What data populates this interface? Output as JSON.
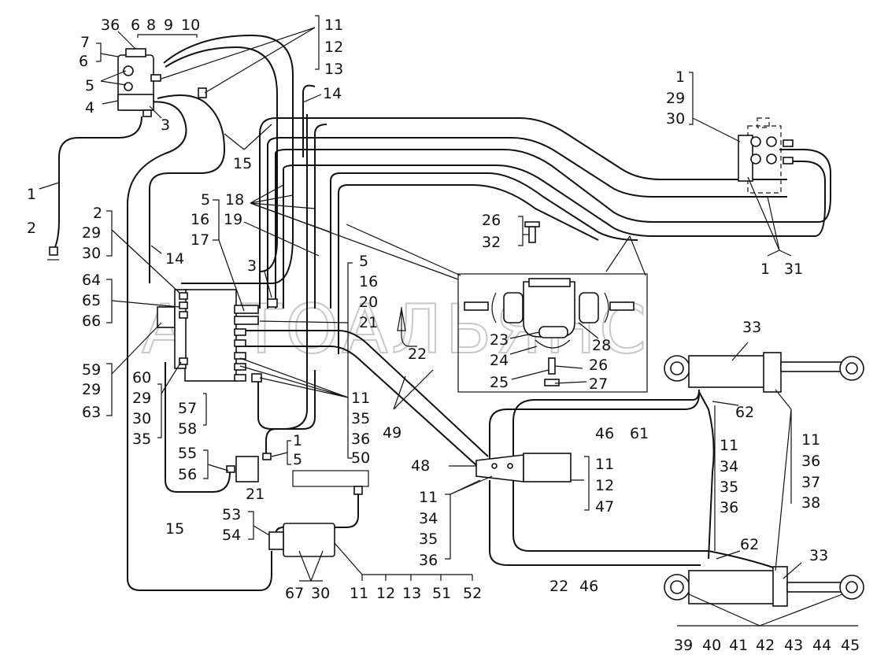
{
  "watermark": "АВТОАЛЬЯНС",
  "labels": [
    {
      "id": "l-36-top",
      "text": "36"
    },
    {
      "id": "l-6-top",
      "text": "6"
    },
    {
      "id": "l-8",
      "text": "8"
    },
    {
      "id": "l-9",
      "text": "9"
    },
    {
      "id": "l-10",
      "text": "10"
    },
    {
      "id": "l-7",
      "text": "7"
    },
    {
      "id": "l-6",
      "text": "6"
    },
    {
      "id": "l-5a",
      "text": "5"
    },
    {
      "id": "l-4",
      "text": "4"
    },
    {
      "id": "l-3a",
      "text": "3"
    },
    {
      "id": "l-11a",
      "text": "11"
    },
    {
      "id": "l-12a",
      "text": "12"
    },
    {
      "id": "l-13a",
      "text": "13"
    },
    {
      "id": "l-14a",
      "text": "14"
    },
    {
      "id": "l-15a",
      "text": "15"
    },
    {
      "id": "l-1a",
      "text": "1"
    },
    {
      "id": "l-2a",
      "text": "2"
    },
    {
      "id": "l-2b",
      "text": "2"
    },
    {
      "id": "l-29a",
      "text": "29"
    },
    {
      "id": "l-30a",
      "text": "30"
    },
    {
      "id": "l-14b",
      "text": "14"
    },
    {
      "id": "l-5b",
      "text": "5"
    },
    {
      "id": "l-16a",
      "text": "16"
    },
    {
      "id": "l-17",
      "text": "17"
    },
    {
      "id": "l-18",
      "text": "18"
    },
    {
      "id": "l-19",
      "text": "19"
    },
    {
      "id": "l-3b",
      "text": "3"
    },
    {
      "id": "l-64",
      "text": "64"
    },
    {
      "id": "l-65",
      "text": "65"
    },
    {
      "id": "l-66",
      "text": "66"
    },
    {
      "id": "l-59",
      "text": "59"
    },
    {
      "id": "l-29b",
      "text": "29"
    },
    {
      "id": "l-63",
      "text": "63"
    },
    {
      "id": "l-60",
      "text": "60"
    },
    {
      "id": "l-29c",
      "text": "29"
    },
    {
      "id": "l-30b",
      "text": "30"
    },
    {
      "id": "l-35a",
      "text": "35"
    },
    {
      "id": "l-57",
      "text": "57"
    },
    {
      "id": "l-58",
      "text": "58"
    },
    {
      "id": "l-5c",
      "text": "5"
    },
    {
      "id": "l-16b",
      "text": "16"
    },
    {
      "id": "l-20",
      "text": "20"
    },
    {
      "id": "l-21a",
      "text": "21"
    },
    {
      "id": "l-22a",
      "text": "22"
    },
    {
      "id": "l-11b",
      "text": "11"
    },
    {
      "id": "l-35b",
      "text": "35"
    },
    {
      "id": "l-36b",
      "text": "36"
    },
    {
      "id": "l-50",
      "text": "50"
    },
    {
      "id": "l-49",
      "text": "49"
    },
    {
      "id": "l-1b",
      "text": "1"
    },
    {
      "id": "l-5d",
      "text": "5"
    },
    {
      "id": "l-55",
      "text": "55"
    },
    {
      "id": "l-56",
      "text": "56"
    },
    {
      "id": "l-21b",
      "text": "21"
    },
    {
      "id": "l-15b",
      "text": "15"
    },
    {
      "id": "l-53",
      "text": "53"
    },
    {
      "id": "l-54",
      "text": "54"
    },
    {
      "id": "l-67",
      "text": "67"
    },
    {
      "id": "l-30c",
      "text": "30"
    },
    {
      "id": "l-11c",
      "text": "11"
    },
    {
      "id": "l-12c",
      "text": "12"
    },
    {
      "id": "l-13c",
      "text": "13"
    },
    {
      "id": "l-51",
      "text": "51"
    },
    {
      "id": "l-52",
      "text": "52"
    },
    {
      "id": "l-1c",
      "text": "1"
    },
    {
      "id": "l-29d",
      "text": "29"
    },
    {
      "id": "l-30d",
      "text": "30"
    },
    {
      "id": "l-1d",
      "text": "1"
    },
    {
      "id": "l-31",
      "text": "31"
    },
    {
      "id": "l-26a",
      "text": "26"
    },
    {
      "id": "l-32",
      "text": "32"
    },
    {
      "id": "l-23",
      "text": "23"
    },
    {
      "id": "l-24",
      "text": "24"
    },
    {
      "id": "l-25",
      "text": "25"
    },
    {
      "id": "l-26b",
      "text": "26"
    },
    {
      "id": "l-27",
      "text": "27"
    },
    {
      "id": "l-28",
      "text": "28"
    },
    {
      "id": "l-33a",
      "text": "33"
    },
    {
      "id": "l-62a",
      "text": "62"
    },
    {
      "id": "l-46a",
      "text": "46"
    },
    {
      "id": "l-61",
      "text": "61"
    },
    {
      "id": "l-11d",
      "text": "11"
    },
    {
      "id": "l-34a",
      "text": "34"
    },
    {
      "id": "l-35c",
      "text": "35"
    },
    {
      "id": "l-36c",
      "text": "36"
    },
    {
      "id": "l-11e",
      "text": "11"
    },
    {
      "id": "l-36d",
      "text": "36"
    },
    {
      "id": "l-37",
      "text": "37"
    },
    {
      "id": "l-38",
      "text": "38"
    },
    {
      "id": "l-48",
      "text": "48"
    },
    {
      "id": "l-11f",
      "text": "11"
    },
    {
      "id": "l-12f",
      "text": "12"
    },
    {
      "id": "l-47",
      "text": "47"
    },
    {
      "id": "l-11g",
      "text": "11"
    },
    {
      "id": "l-34g",
      "text": "34"
    },
    {
      "id": "l-35g",
      "text": "35"
    },
    {
      "id": "l-36g",
      "text": "36"
    },
    {
      "id": "l-22b",
      "text": "22"
    },
    {
      "id": "l-46b",
      "text": "46"
    },
    {
      "id": "l-62b",
      "text": "62"
    },
    {
      "id": "l-33b",
      "text": "33"
    },
    {
      "id": "l-39",
      "text": "39"
    },
    {
      "id": "l-40",
      "text": "40"
    },
    {
      "id": "l-41",
      "text": "41"
    },
    {
      "id": "l-42",
      "text": "42"
    },
    {
      "id": "l-43",
      "text": "43"
    },
    {
      "id": "l-44",
      "text": "44"
    },
    {
      "id": "l-45",
      "text": "45"
    }
  ]
}
